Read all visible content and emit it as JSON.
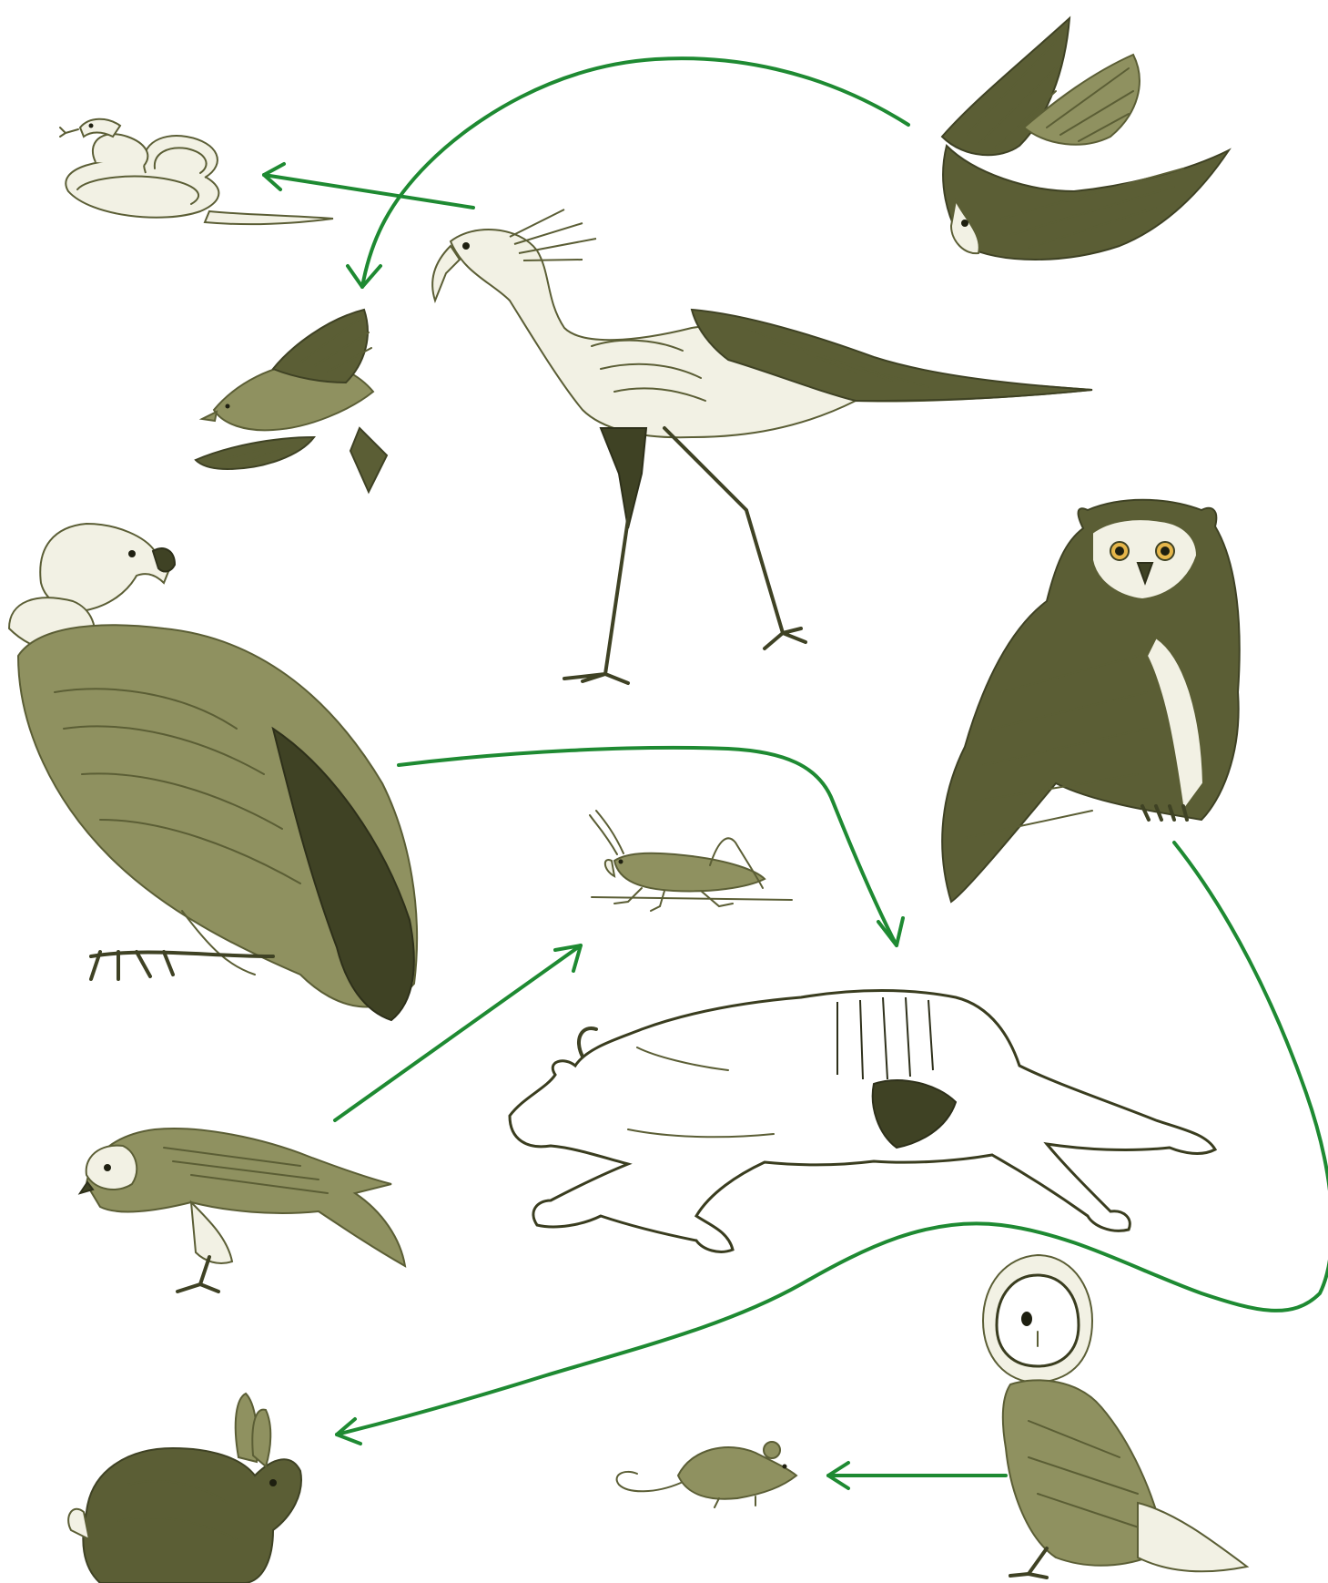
{
  "diagram": {
    "type": "food-web",
    "background": "#ffffff",
    "colors": {
      "arrow": "#1e8a32",
      "ink": "#5b5e35"
    },
    "organisms": [
      {
        "id": "snake",
        "icon": "snake-icon"
      },
      {
        "id": "small-bird",
        "icon": "small-bird-icon"
      },
      {
        "id": "secretary-bird",
        "icon": "secretary-bird-icon"
      },
      {
        "id": "falcon",
        "icon": "falcon-icon"
      },
      {
        "id": "vulture",
        "icon": "vulture-icon"
      },
      {
        "id": "eagle-owl",
        "icon": "eagle-owl-icon"
      },
      {
        "id": "grasshopper",
        "icon": "grasshopper-icon"
      },
      {
        "id": "carcass",
        "icon": "carcass-icon"
      },
      {
        "id": "kestrel",
        "icon": "kestrel-icon"
      },
      {
        "id": "barn-owl",
        "icon": "barn-owl-icon"
      },
      {
        "id": "mouse",
        "icon": "mouse-icon"
      },
      {
        "id": "rabbit",
        "icon": "rabbit-icon"
      }
    ],
    "arrows": [
      {
        "from": "falcon",
        "to": "small-bird"
      },
      {
        "from": "secretary-bird",
        "to": "snake"
      },
      {
        "from": "vulture",
        "to": "carcass"
      },
      {
        "from": "kestrel",
        "to": "grasshopper"
      },
      {
        "from": "eagle-owl",
        "to": "rabbit"
      },
      {
        "from": "barn-owl",
        "to": "mouse"
      }
    ]
  }
}
